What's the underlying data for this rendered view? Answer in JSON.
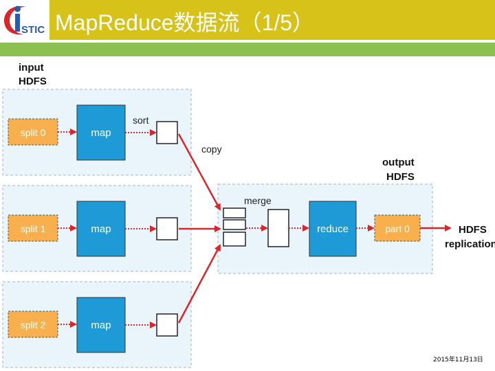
{
  "header": {
    "title": "MapReduce数据流（1/5）",
    "logo_text": "STIC",
    "colors": {
      "bar": "#d7c21a",
      "green": "#8cc152"
    }
  },
  "diagram": {
    "input_label_1": "input",
    "input_label_2": "HDFS",
    "output_label_1": "output",
    "output_label_2": "HDFS",
    "splits": [
      "split 0",
      "split 1",
      "split 2"
    ],
    "map_label": "map",
    "sort_label": "sort",
    "copy_label": "copy",
    "merge_label": "merge",
    "reduce_label": "reduce",
    "part_label": "part 0",
    "replication_1": "HDFS",
    "replication_2": "replication",
    "colors": {
      "split": "#f7b04d",
      "map": "#1e9ad6",
      "arrow": "#d9262b",
      "panel": "#e9f5fb"
    }
  },
  "footer": {
    "date": "2015年11月13日"
  }
}
